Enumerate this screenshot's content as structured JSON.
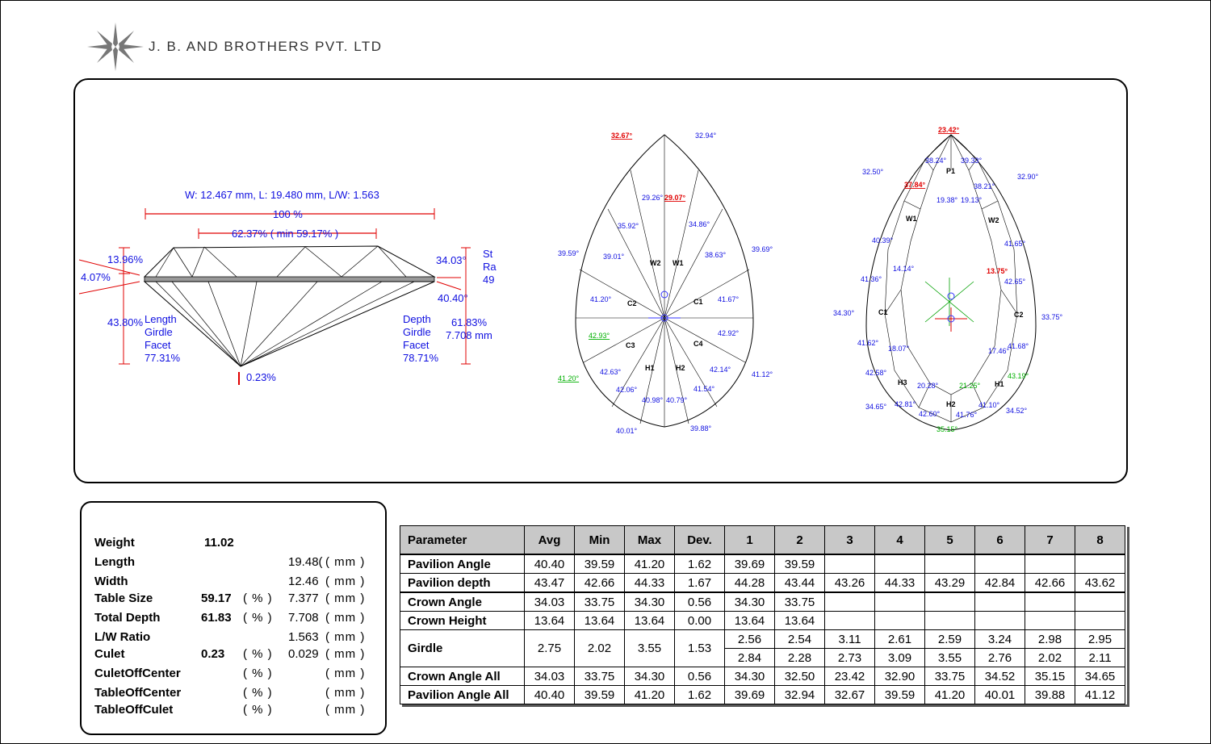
{
  "company": "J. B. AND BROTHERS PVT. LTD",
  "profile": {
    "dims": "W: 12.467 mm, L: 19.480 mm, L/W: 1.563",
    "total_width": "100 %",
    "table_pct": "62.37% ( min 59.17% )",
    "crown_height": "13.96%",
    "girdle": "4.07%",
    "pavilion_depth": "43.80%",
    "length_girdle_facet": [
      "Length",
      "Girdle",
      "Facet",
      "77.31%"
    ],
    "culet": "0.23%",
    "crown_angle": "34.03°",
    "pavilion_angle": "40.40°",
    "depth_girdle_facet": [
      "Depth",
      "Girdle",
      "Facet",
      "78.71%"
    ],
    "total_depth_pct": "61.83%",
    "total_depth_mm": "7.708 mm",
    "star_ratio": [
      "St",
      "Ra",
      "49"
    ]
  },
  "pavilion_view": {
    "labels": [
      "W2",
      "W1",
      "C2",
      "C1",
      "C3",
      "C4",
      "H1",
      "H2"
    ],
    "angles_blue": [
      "32.94°",
      "29.26°",
      "35.92°",
      "34.86°",
      "39.59°",
      "39.01°",
      "38.63°",
      "39.69°",
      "41.20°",
      "41.67°",
      "42.92°",
      "42.63°",
      "42.14°",
      "41.12°",
      "42.06°",
      "41.54°",
      "40.98°",
      "40.79°",
      "40.01°",
      "39.88°"
    ],
    "angles_red": [
      "32.67°",
      "29.07°"
    ],
    "angles_green": [
      "42.93°",
      "41.20°"
    ]
  },
  "crown_view": {
    "labels": [
      "P1",
      "W1",
      "W2",
      "C1",
      "C2",
      "H3",
      "H1",
      "H2"
    ],
    "angles_blue": [
      "38.24°",
      "39.33°",
      "32.50°",
      "32.90°",
      "38.21°",
      "19.38°",
      "19.13°",
      "40.39°",
      "41.65°",
      "14.14°",
      "41.36°",
      "42.65°",
      "34.30°",
      "33.75°",
      "41.62°",
      "18.07°",
      "17.46°",
      "41.68°",
      "42.58°",
      "20.28°",
      "34.65°",
      "42.81°",
      "42.60°",
      "41.76°",
      "41.10°",
      "34.52°"
    ],
    "angles_red": [
      "23.42°",
      "37.84°",
      "13.75°"
    ],
    "angles_green": [
      "21.25°",
      "43.19°",
      "35.15°"
    ]
  },
  "info": {
    "weight_label": "Weight",
    "weight": "11.02",
    "length_label": "Length",
    "length_mm": "19.48(",
    "width_label": "Width",
    "width_mm": "12.46",
    "table_label": "Table Size",
    "table_pct": "59.17",
    "table_mm": "7.377",
    "depth_label": "Total Depth",
    "depth_pct": "61.83",
    "depth_mm": "7.708",
    "lw_label": "L/W Ratio",
    "lw": "1.563",
    "culet_label": "Culet",
    "culet_pct": "0.23",
    "culet_mm": "0.029",
    "culetoff_label": "CuletOffCenter",
    "tableoff_label": "TableOffCenter",
    "tableculet_label": "TableOffCulet",
    "unit_pct": "( % )",
    "unit_mm": "( mm )"
  },
  "table": {
    "headers": [
      "Parameter",
      "Avg",
      "Min",
      "Max",
      "Dev.",
      "1",
      "2",
      "3",
      "4",
      "5",
      "6",
      "7",
      "8"
    ],
    "rows": [
      [
        "Pavilion Angle",
        "40.40",
        "39.59",
        "41.20",
        "1.62",
        "39.69",
        "39.59",
        "",
        "",
        "",
        "",
        "",
        ""
      ],
      [
        "Pavilion depth",
        "43.47",
        "42.66",
        "44.33",
        "1.67",
        "44.28",
        "43.44",
        "43.26",
        "44.33",
        "43.29",
        "42.84",
        "42.66",
        "43.62"
      ],
      [
        "Crown Angle",
        "34.03",
        "33.75",
        "34.30",
        "0.56",
        "34.30",
        "33.75",
        "",
        "",
        "",
        "",
        "",
        ""
      ],
      [
        "Crown Height",
        "13.64",
        "13.64",
        "13.64",
        "0.00",
        "13.64",
        "13.64",
        "",
        "",
        "",
        "",
        "",
        ""
      ]
    ],
    "girdle_label": "Girdle",
    "girdle_stats": [
      "2.75",
      "2.02",
      "3.55",
      "1.53"
    ],
    "girdle_row1": [
      "2.56",
      "2.54",
      "3.11",
      "2.61",
      "2.59",
      "3.24",
      "2.98",
      "2.95"
    ],
    "girdle_row2": [
      "2.84",
      "2.28",
      "2.73",
      "3.09",
      "3.55",
      "2.76",
      "2.02",
      "2.11"
    ],
    "rows_after": [
      [
        "Crown Angle All",
        "34.03",
        "33.75",
        "34.30",
        "0.56",
        "34.30",
        "32.50",
        "23.42",
        "32.90",
        "33.75",
        "34.52",
        "35.15",
        "34.65"
      ],
      [
        "Pavilion Angle All",
        "40.40",
        "39.59",
        "41.20",
        "1.62",
        "39.69",
        "32.94",
        "32.67",
        "39.59",
        "41.20",
        "40.01",
        "39.88",
        "41.12"
      ]
    ]
  }
}
